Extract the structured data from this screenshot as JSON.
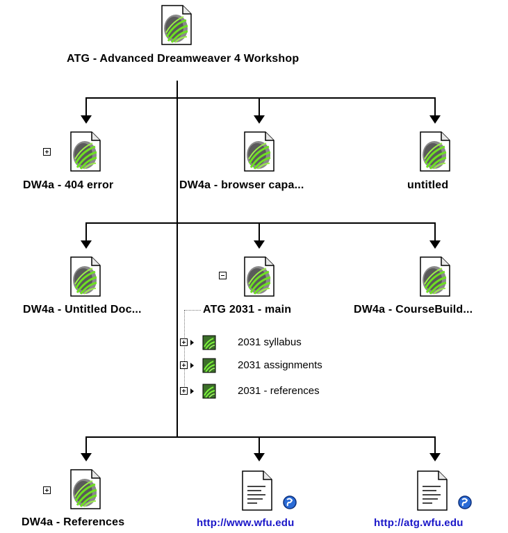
{
  "root": {
    "label": "ATG - Advanced Dreamweaver 4 Workshop",
    "icon": "web-page-icon"
  },
  "row1": [
    {
      "label": "DW4a - 404 error",
      "icon": "web-page-icon",
      "expander": "+"
    },
    {
      "label": "DW4a - browser capa...",
      "icon": "web-page-icon"
    },
    {
      "label": "untitled",
      "icon": "web-page-icon"
    }
  ],
  "row2": [
    {
      "label": "DW4a - Untitled Doc...",
      "icon": "web-page-icon"
    },
    {
      "label": "ATG 2031 - main",
      "icon": "web-page-icon",
      "expander": "−"
    },
    {
      "label": "DW4a - CourseBuild...",
      "icon": "web-page-icon"
    }
  ],
  "subitems": [
    {
      "label": "2031 syllabus",
      "icon": "web-page-small-icon",
      "expander": "+"
    },
    {
      "label": "2031 assignments",
      "icon": "web-page-small-icon",
      "expander": "+"
    },
    {
      "label": "2031 - references",
      "icon": "web-page-small-icon",
      "expander": "+"
    }
  ],
  "row3": [
    {
      "label": "DW4a - References",
      "icon": "web-page-icon",
      "expander": "+"
    },
    {
      "label": "http://www.wfu.edu",
      "icon": "external-document-icon",
      "link": true
    },
    {
      "label": "http://atg.wfu.edu",
      "icon": "external-document-icon",
      "link": true
    }
  ],
  "colors": {
    "link": "#1a16c8",
    "icon_green": "#5fd21e",
    "icon_gray": "#7a7a7a"
  }
}
